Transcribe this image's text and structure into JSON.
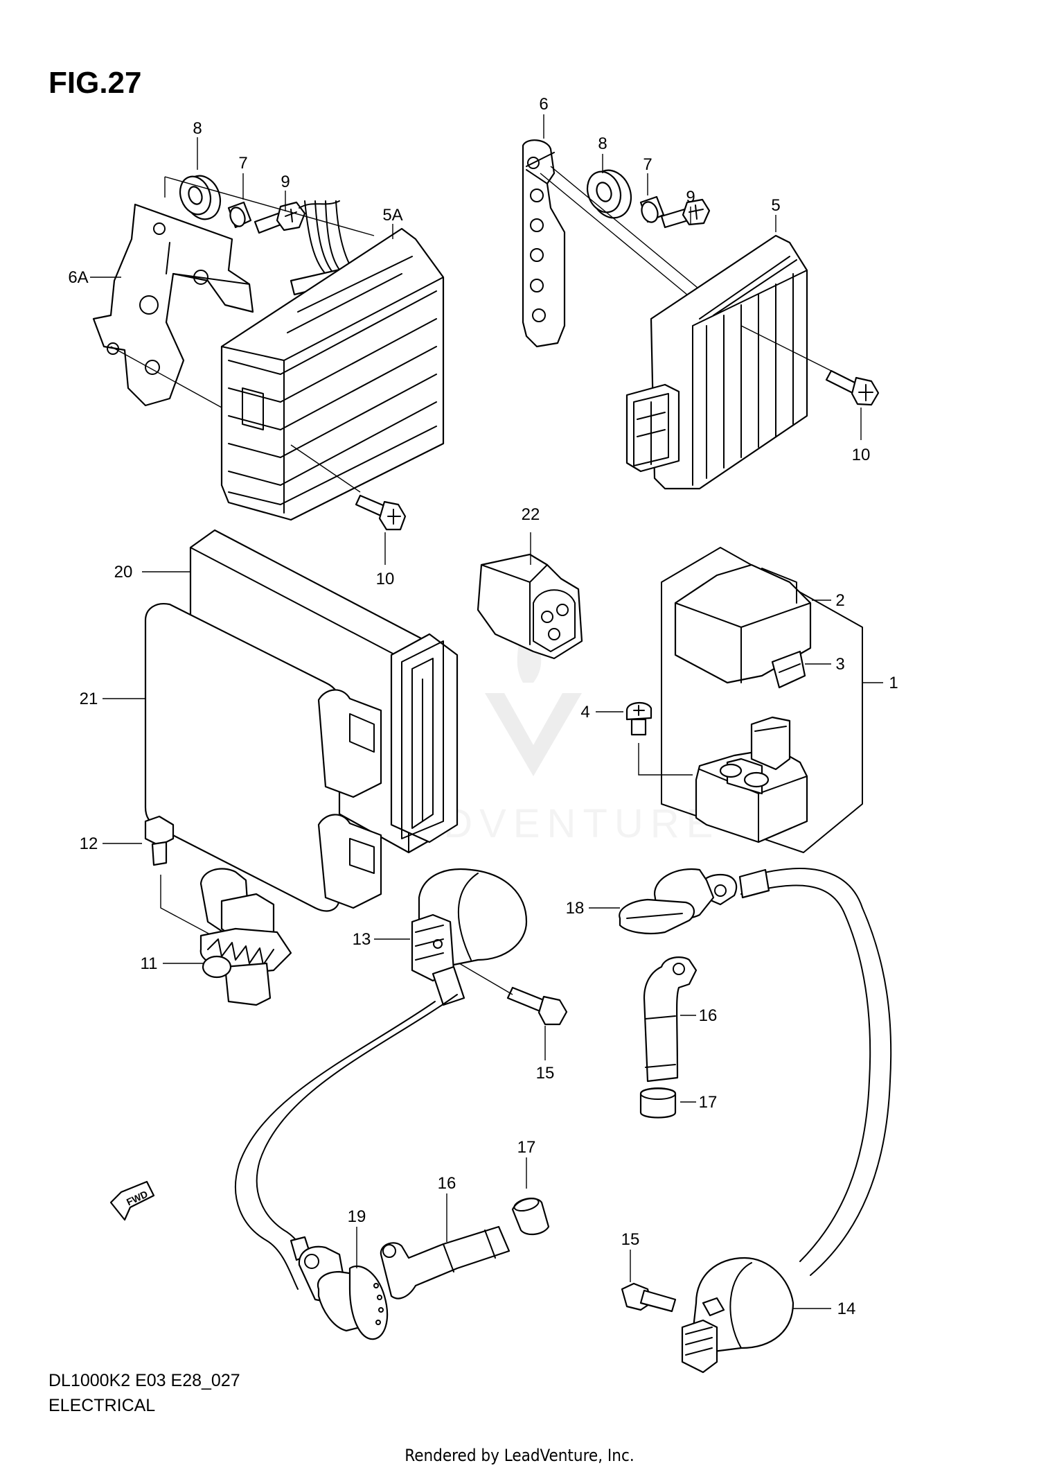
{
  "figure": {
    "title": "FIG.27",
    "model_code": "DL1000K2 E03 E28_027",
    "section": "ELECTRICAL",
    "footer": "Rendered by LeadVenture, Inc.",
    "fwd_label": "FWD"
  },
  "watermark": {
    "text": "LEADVENTURE"
  },
  "callouts": [
    {
      "id": "1",
      "label": "1"
    },
    {
      "id": "2",
      "label": "2"
    },
    {
      "id": "3",
      "label": "3"
    },
    {
      "id": "4",
      "label": "4"
    },
    {
      "id": "5",
      "label": "5"
    },
    {
      "id": "5A",
      "label": "5A"
    },
    {
      "id": "6-right",
      "label": "6"
    },
    {
      "id": "6A",
      "label": "6A"
    },
    {
      "id": "7-left",
      "label": "7"
    },
    {
      "id": "7-right",
      "label": "7"
    },
    {
      "id": "8-left",
      "label": "8"
    },
    {
      "id": "8-right",
      "label": "8"
    },
    {
      "id": "9-left",
      "label": "9"
    },
    {
      "id": "9-right",
      "label": "9"
    },
    {
      "id": "10-mid",
      "label": "10"
    },
    {
      "id": "10-right",
      "label": "10"
    },
    {
      "id": "11",
      "label": "11"
    },
    {
      "id": "12",
      "label": "12"
    },
    {
      "id": "13",
      "label": "13"
    },
    {
      "id": "14",
      "label": "14"
    },
    {
      "id": "15-mid",
      "label": "15"
    },
    {
      "id": "15-right",
      "label": "15"
    },
    {
      "id": "16-right",
      "label": "16"
    },
    {
      "id": "16-bottom",
      "label": "16"
    },
    {
      "id": "17-right",
      "label": "17"
    },
    {
      "id": "17-bottom",
      "label": "17"
    },
    {
      "id": "18",
      "label": "18"
    },
    {
      "id": "19",
      "label": "19"
    },
    {
      "id": "20",
      "label": "20"
    },
    {
      "id": "21",
      "label": "21"
    },
    {
      "id": "22",
      "label": "22"
    }
  ]
}
